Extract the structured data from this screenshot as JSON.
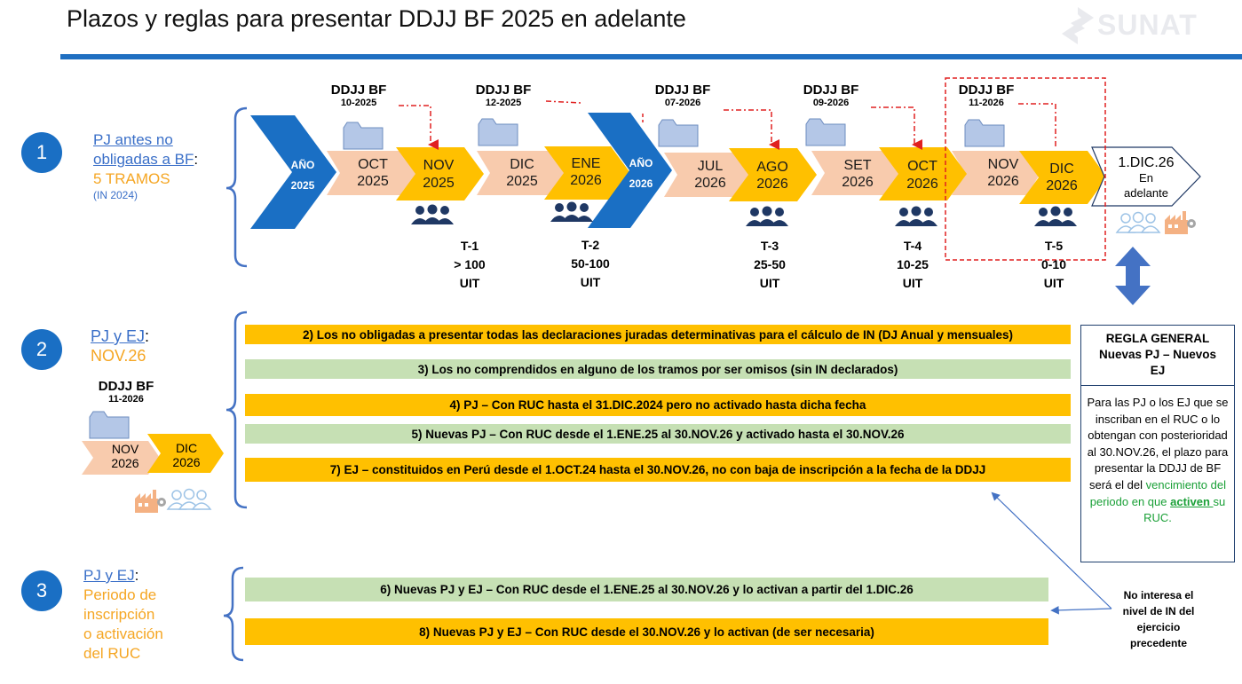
{
  "title": "Plazos y reglas para presentar DDJJ BF 2025 en adelante",
  "logo": {
    "text": "SUNAT"
  },
  "colors": {
    "blue": "#1a6fc4",
    "orange": "#ffc000",
    "green": "#c6e0b4",
    "peach": "#f8cbad",
    "red": "#e02020"
  },
  "sections": [
    {
      "number": "1",
      "label_line1": "PJ antes no",
      "label_line2": "obligadas a BF",
      "label_colon": ":",
      "label_line3": "5 TRAMOS",
      "label_line4": "(IN 2024)"
    },
    {
      "number": "2",
      "label_line1": "PJ y EJ",
      "label_colon": ":",
      "label_line2": "NOV.26"
    },
    {
      "number": "3",
      "label_line1": "PJ y EJ",
      "label_colon": ":",
      "label_line2": "Periodo de",
      "label_line3": "inscripción",
      "label_line4": "o activación",
      "label_line5": "del RUC"
    }
  ],
  "timeline": {
    "year_arrows": [
      {
        "line1": "AÑO",
        "line2": "2025"
      },
      {
        "line1": "AÑO",
        "line2": "2026"
      }
    ],
    "ddjj": [
      {
        "title": "DDJJ BF",
        "period": "10-2025"
      },
      {
        "title": "DDJJ BF",
        "period": "12-2025"
      },
      {
        "title": "DDJJ BF",
        "period": "07-2026"
      },
      {
        "title": "DDJJ BF",
        "period": "09-2026"
      },
      {
        "title": "DDJJ BF",
        "period": "11-2026"
      }
    ],
    "months": [
      {
        "m": "OCT",
        "y": "2025"
      },
      {
        "m": "NOV",
        "y": "2025"
      },
      {
        "m": "DIC",
        "y": "2025"
      },
      {
        "m": "ENE",
        "y": "2026"
      },
      {
        "m": "JUL",
        "y": "2026"
      },
      {
        "m": "AGO",
        "y": "2026"
      },
      {
        "m": "SET",
        "y": "2026"
      },
      {
        "m": "OCT",
        "y": "2026"
      },
      {
        "m": "NOV",
        "y": "2026"
      },
      {
        "m": "DIC",
        "y": "2026"
      }
    ],
    "end": {
      "line1": "1.DIC.26",
      "line2": "En",
      "line3": "adelante"
    },
    "tiers": [
      {
        "t": "T-1",
        "range": "> 100",
        "unit": "UIT"
      },
      {
        "t": "T-2",
        "range": "50-100",
        "unit": "UIT"
      },
      {
        "t": "T-3",
        "range": "25-50",
        "unit": "UIT"
      },
      {
        "t": "T-4",
        "range": "10-25",
        "unit": "UIT"
      },
      {
        "t": "T-5",
        "range": "0-10",
        "unit": "UIT"
      }
    ]
  },
  "section2": {
    "ddjj": {
      "title": "DDJJ BF",
      "period": "11-2026"
    },
    "months": [
      {
        "m": "NOV",
        "y": "2026"
      },
      {
        "m": "DIC",
        "y": "2026"
      }
    ],
    "bars": [
      "2) Los  no obligadas a presentar todas las declaraciones juradas determinativas para el cálculo de IN (DJ Anual y mensuales)",
      "3) Los no comprendidos en alguno de los tramos por ser omisos (sin IN declarados)",
      "4) PJ – Con RUC hasta el 31.DIC.2024 pero no activado hasta dicha fecha",
      "5) Nuevas PJ – Con RUC desde el 1.ENE.25 al 30.NOV.26 y activado hasta el 30.NOV.26",
      "7) EJ – constituidos en Perú desde el 1.OCT.24 hasta el 30.NOV.26, no con baja de inscripción a la fecha de la DDJJ"
    ]
  },
  "section3": {
    "bars": [
      "6) Nuevas PJ y EJ – Con RUC desde el 1.ENE.25 al 30.NOV.26 y lo activan a partir del 1.DIC.26",
      "8) Nuevas PJ y EJ – Con RUC desde el 30.NOV.26 y lo activan (de ser necesaria)"
    ]
  },
  "regla": {
    "title_line1": "REGLA GENERAL",
    "title_line2": "Nuevas PJ – Nuevos",
    "title_line3": "EJ",
    "body_part1": "Para las PJ o los EJ que se inscriban en el RUC o lo obtengan con posterioridad al 30.NOV.26, el plazo para presentar la DDJJ de BF será el del ",
    "body_green": "vencimiento del periodo en que",
    "body_green_bold": "activen ",
    "body_end": "su RUC."
  },
  "note": {
    "line1": "No interesa el",
    "line2": "nivel de IN del",
    "line3": "ejercicio",
    "line4": "precedente"
  }
}
